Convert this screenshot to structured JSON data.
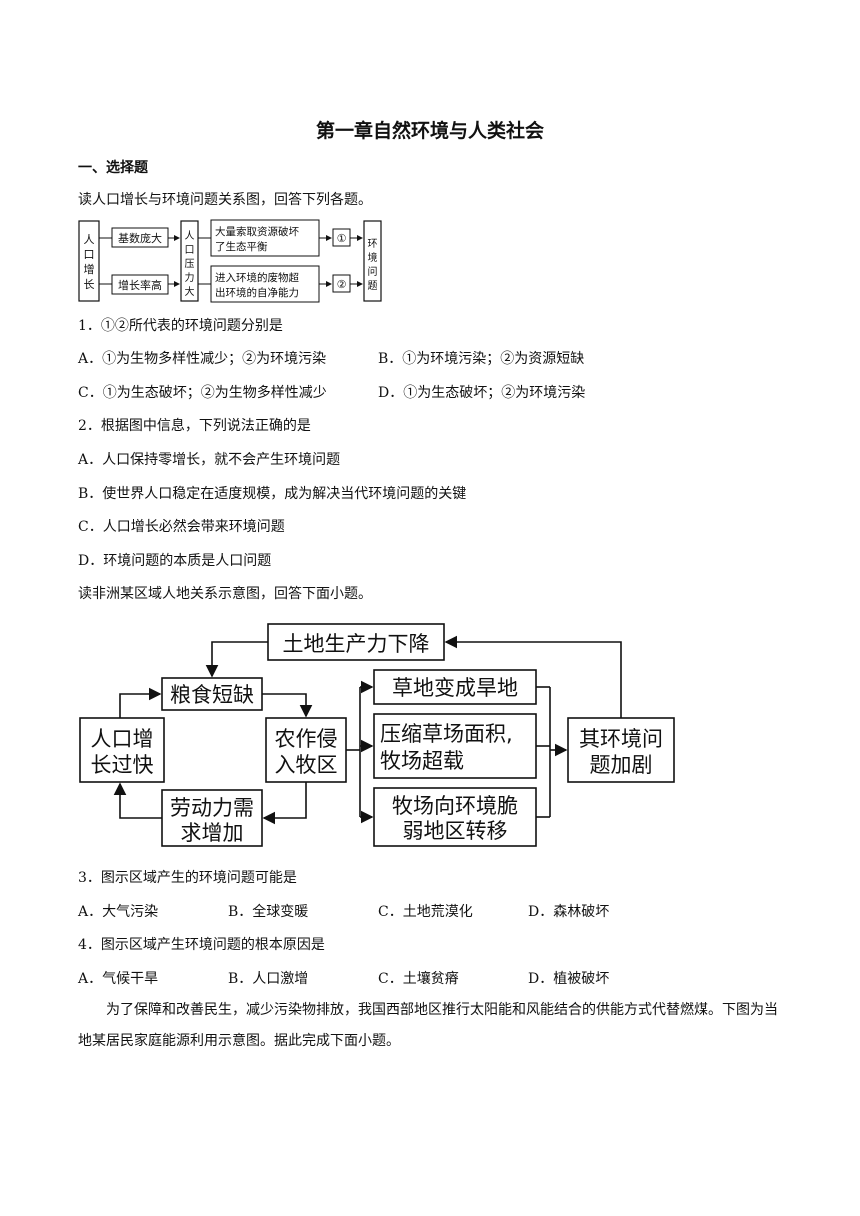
{
  "title": "第一章自然环境与人类社会",
  "section": "一、选择题",
  "intro1": "读人口增长与环境问题关系图，回答下列各题。",
  "diagram1": {
    "left": [
      "人",
      "口",
      "增",
      "长"
    ],
    "top_box": "基数庞大",
    "bottom_box": "增长率高",
    "middle": [
      "人",
      "口",
      "压",
      "力",
      "大"
    ],
    "top_effect_1": "大量索取资源破坏",
    "top_effect_2": "了生态平衡",
    "bottom_effect_1": "进入环境的废物超",
    "bottom_effect_2": "出环境的自净能力",
    "mark1": "①",
    "mark2": "②",
    "right": [
      "环",
      "境",
      "问",
      "题"
    ]
  },
  "q1": {
    "stem": "1．①②所代表的环境问题分别是",
    "A": "A．①为生物多样性减少；②为环境污染",
    "B": "B．①为环境污染；②为资源短缺",
    "C": "C．①为生态破坏；②为生物多样性减少",
    "D": "D．①为生态破坏；②为环境污染"
  },
  "q2": {
    "stem": "2．根据图中信息，下列说法正确的是",
    "A": "A．人口保持零增长，就不会产生环境问题",
    "B": "B．使世界人口稳定在适度规模，成为解决当代环境问题的关键",
    "C": "C．人口增长必然会带来环境问题",
    "D": "D．环境问题的本质是人口问题"
  },
  "intro2": "读非洲某区域人地关系示意图，回答下面小题。",
  "diagram2": {
    "land_decline": "土地生产力下降",
    "food_short": "粮食短缺",
    "pop_1": "人口增",
    "pop_2": "长过快",
    "crop_1": "农作侵",
    "crop_2": "入牧区",
    "labor_1": "劳动力需",
    "labor_2": "求增加",
    "grass": "草地变成旱地",
    "compress_1": "压缩草场面积,",
    "compress_2": "牧场超载",
    "shift_1": "牧场向环境脆",
    "shift_2": "弱地区转移",
    "worsen_1": "其环境问",
    "worsen_2": "题加剧"
  },
  "q3": {
    "stem": "3．图示区域产生的环境问题可能是",
    "A": "A．大气污染",
    "B": "B．全球变暖",
    "C": "C．土地荒漠化",
    "D": "D．森林破坏"
  },
  "q4": {
    "stem": "4．图示区域产生环境问题的根本原因是",
    "A": "A．气候干旱",
    "B": "B．人口激增",
    "C": "C．土壤贫瘠",
    "D": "D．植被破坏"
  },
  "passage": "为了保障和改善民生，减少污染物排放，我国西部地区推行太阳能和风能结合的供能方式代替燃煤。下图为当地某居民家庭能源利用示意图。据此完成下面小题。"
}
